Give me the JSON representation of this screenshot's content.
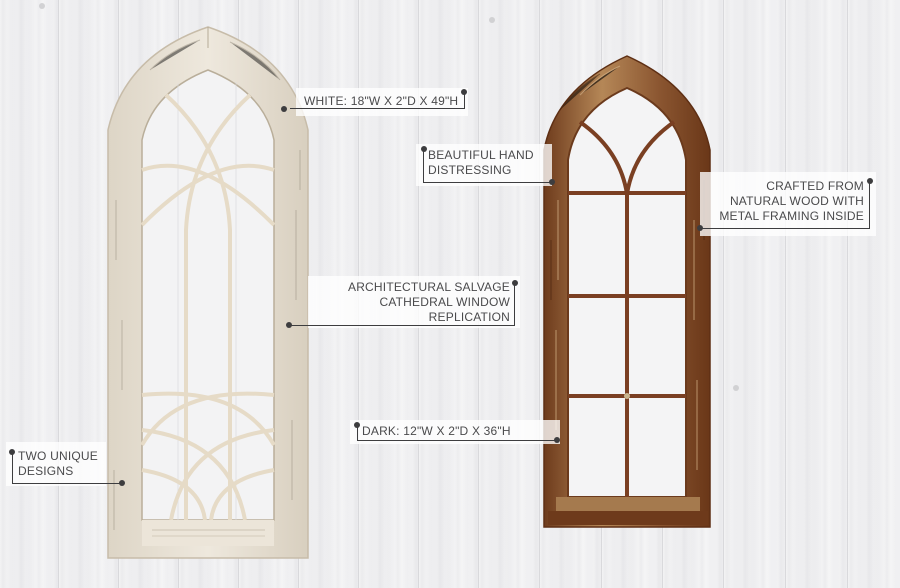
{
  "colors": {
    "background": "#f1f1f2",
    "plank_seam": "#d9d9dc",
    "callout_text": "#4a4a4c",
    "leader_line": "#3d3d3f",
    "white_frame": "#e9e2d6",
    "white_frame_shadow": "#c9bfae",
    "white_tracery": "#e8ddca",
    "dark_frame": "#7a4522",
    "dark_frame_light": "#b98a5a",
    "dark_muntin": "#7a3f22"
  },
  "products": [
    {
      "name": "white-cathedral-window",
      "finish": "White",
      "dimensions": "18\"W X 2\"D X 49\"H"
    },
    {
      "name": "dark-cathedral-window",
      "finish": "Dark",
      "dimensions": "12\"W X 2\"D X 36\"H"
    }
  ],
  "callouts": {
    "white_size": {
      "lines": [
        "WHITE: 18\"W X 2\"D X 49\"H"
      ]
    },
    "hand_distressing": {
      "lines": [
        "BEAUTIFUL HAND",
        "DISTRESSING"
      ]
    },
    "natural_wood": {
      "lines": [
        "CRAFTED FROM",
        "NATURAL WOOD WITH",
        "METAL FRAMING INSIDE"
      ]
    },
    "salvage": {
      "lines": [
        "ARCHITECTURAL SALVAGE",
        "CATHEDRAL WINDOW",
        "REPLICATION"
      ]
    },
    "dark_size": {
      "lines": [
        "DARK: 12\"W X 2\"D X 36\"H"
      ]
    },
    "two_designs": {
      "lines": [
        "TWO UNIQUE",
        "DESIGNS"
      ]
    }
  }
}
